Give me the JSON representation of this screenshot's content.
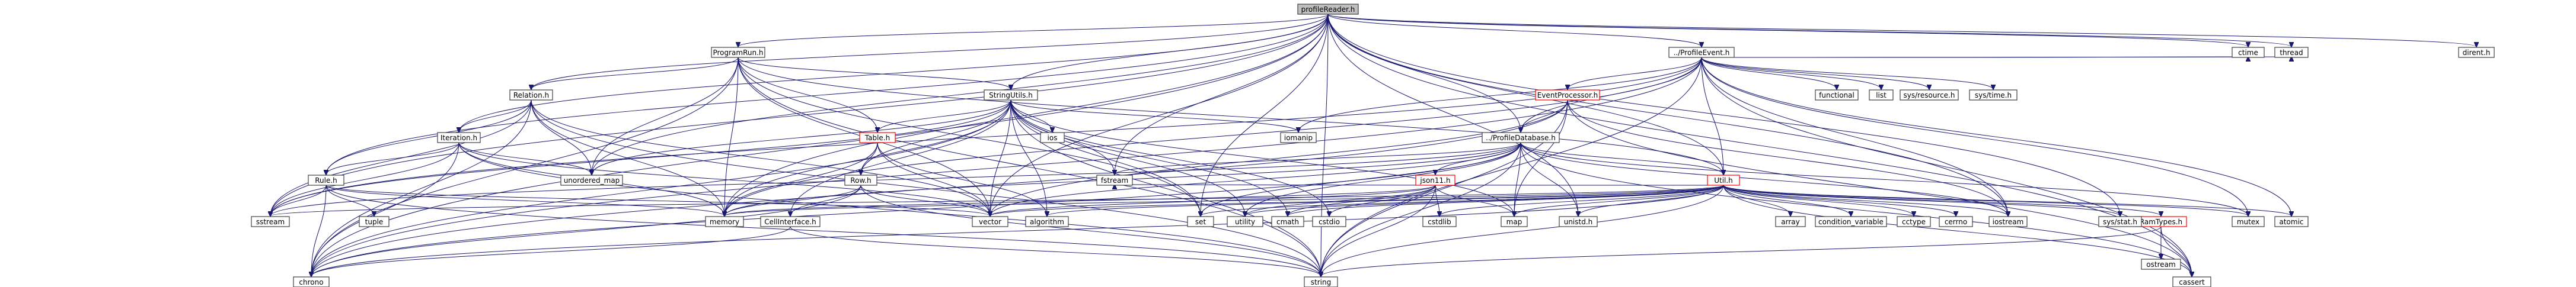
{
  "colors": {
    "edge": "#191970",
    "root_fill": "#bfbfbf",
    "node_border": "#404040",
    "red_border": "#ff0000"
  },
  "nodes": {
    "root": "profileReader.h",
    "profileevent": "../ProfileEvent.h",
    "programrun": "ProgramRun.h",
    "relation": "Relation.h",
    "stringutils": "StringUtils.h",
    "iteration": "Iteration.h",
    "table": "Table.h",
    "row": "Row.h",
    "rule": "Rule.h",
    "cellinterface": "CellInterface.h",
    "eventprocessor": "EventProcessor.h",
    "profiledatabase": "../ProfileDatabase.h",
    "json11": "json11.h",
    "util": "Util.h",
    "ramtypes": "RamTypes.h",
    "chrono": "chrono",
    "string": "string",
    "cassert": "cassert",
    "ostream": "ostream",
    "memory": "memory",
    "vector": "vector",
    "sstream": "sstream",
    "tuple": "tuple",
    "unordered_map": "unordered_map",
    "set": "set",
    "algorithm": "algorithm",
    "utility": "utility",
    "cmath": "cmath",
    "cstdio": "cstdio",
    "cstdlib": "cstdlib",
    "map": "map",
    "unistd": "unistd.h",
    "array": "array",
    "condition_variable": "condition_variable",
    "cctype": "cctype",
    "cerrno": "cerrno",
    "iostream": "iostream",
    "sysstat": "sys/stat.h",
    "mutex": "mutex",
    "atomic": "atomic",
    "fstream": "fstream",
    "ios": "ios",
    "iomanip": "iomanip",
    "functional": "functional",
    "list": "list",
    "sysresource": "sys/resource.h",
    "systime": "sys/time.h",
    "ctime": "ctime",
    "thread": "thread",
    "dirent": "dirent.h"
  }
}
